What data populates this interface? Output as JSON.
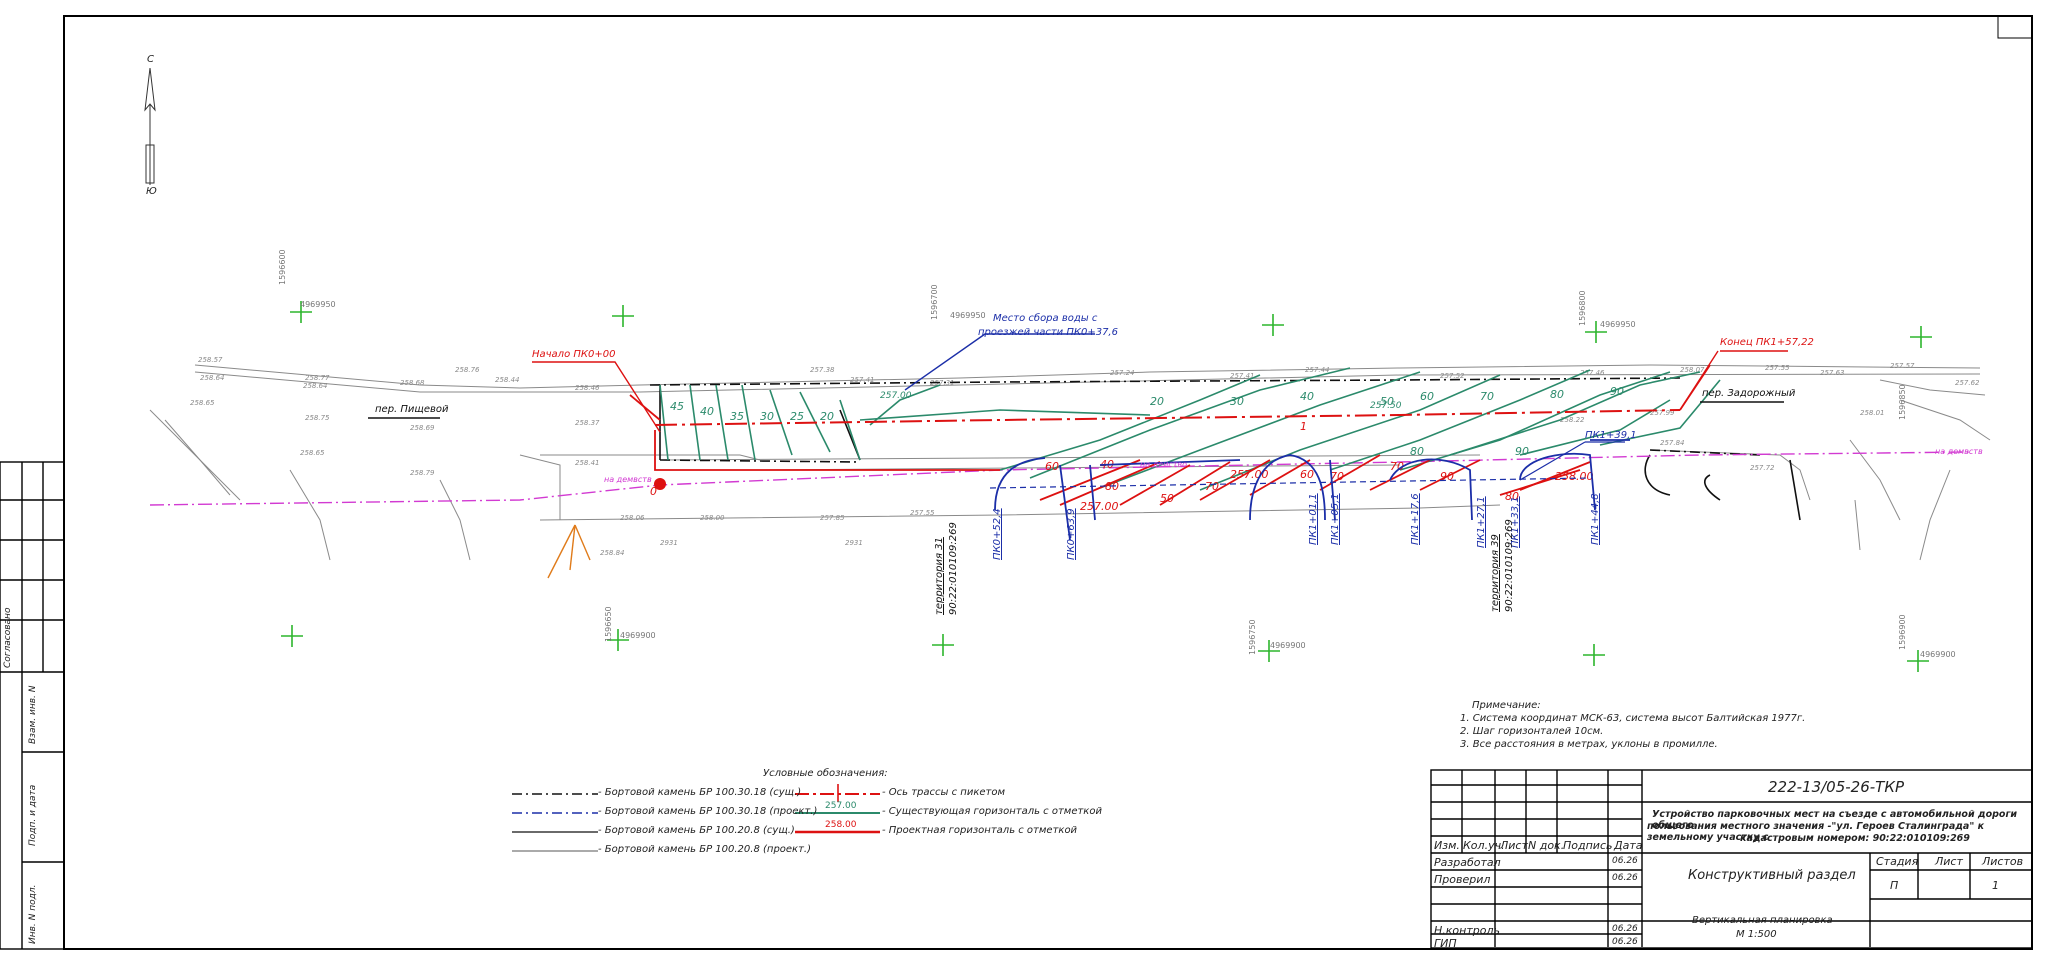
{
  "north_arrow": {
    "north": "С",
    "south": "Ю"
  },
  "coord_labels": [
    "4969950",
    "4969950",
    "4969950",
    "4969900",
    "4969900",
    "4969900",
    "1596600",
    "1596700",
    "1596800",
    "1596900",
    "1596650",
    "1596750",
    "1596850"
  ],
  "callouts": {
    "start": "Начало ПК0+00",
    "end": "Конец ПК1+57,22",
    "water": [
      "Место сбора воды с",
      "проезжей части ПК0+37,6"
    ],
    "pk139": "ПК1+39,1"
  },
  "streets": [
    "пер. Пищевой",
    "пер. Задорожный"
  ],
  "directions": [
    "на демвств",
    "на деиство",
    "на демвств"
  ],
  "pickets": [
    "ПК0+52,4",
    "ПК0+63,9",
    "ПК1+01,1",
    "ПК1+05,1",
    "ПК1+17,6",
    "ПК1+27,1",
    "ПК1+33,1",
    "ПК1+44,8"
  ],
  "territories": [
    [
      "территория 31",
      "90:22:010109:269"
    ],
    [
      "территория 39",
      "90:22:010109:269"
    ]
  ],
  "contour_values": {
    "existing": "257.00",
    "design": "258.00"
  },
  "notes": {
    "title": "Примечание:",
    "items": [
      "1. Система координат МСК-63, система высот Балтийская 1977г.",
      "2. Шаг горизонталей 10см.",
      "3. Все расстояния в метрах, уклоны в промилле."
    ]
  },
  "legend": {
    "title": "Условные обозначения:",
    "left": [
      "- Бортовой камень БР 100.30.18 (сущ.)",
      "- Бортовой камень БР 100.30.18 (проект.)",
      "- Бортовой камень БР 100.20.8 (сущ.)",
      "- Бортовой камень БР 100.20.8 (проект.)"
    ],
    "right": [
      "- Ось трассы с пикетом",
      "- Существующая горизонталь с отметкой",
      "- Проектная горизонталь с отметкой"
    ]
  },
  "side_stamp": [
    "Согласовано",
    "Взам. инв. N",
    "Подп. и дата",
    "Инв. N подл."
  ],
  "title_block": {
    "code": "222-13/05-26-ТКР",
    "project": [
      "Устройство парковочных мест на съезде с автомобильной дороги общего",
      "пользования местного значения -\"ул. Героев Сталинграда\" к земельному участку с",
      "кадастровым номером: 90:22:010109:269"
    ],
    "headers": [
      "Изм.",
      "Кол.уч.",
      "Лист",
      "N док.",
      "Подпись",
      "Дата"
    ],
    "roles": [
      "Разработал",
      "Проверил",
      "",
      "",
      "Н.контроль",
      "ГИП"
    ],
    "dates": [
      "06.26",
      "06.26",
      "",
      "",
      "06.26",
      "06.26"
    ],
    "section": "Конструктивный раздел",
    "sheet_heads": [
      "Стадия",
      "Лист",
      "Листов"
    ],
    "sheet_vals": [
      "П",
      "",
      "1"
    ],
    "drawing": [
      "Вертикальная планировка",
      "М 1:500"
    ]
  }
}
